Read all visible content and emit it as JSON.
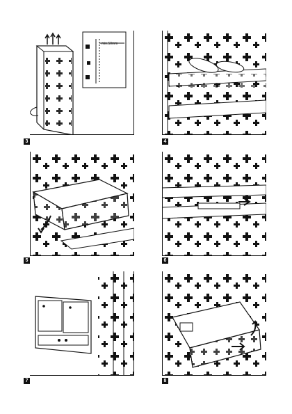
{
  "figures": [
    {
      "number": "3",
      "dimension_label": "min.50mm"
    },
    {
      "number": "4"
    },
    {
      "number": "5"
    },
    {
      "number": "6"
    },
    {
      "number": "7"
    },
    {
      "number": "8"
    }
  ]
}
